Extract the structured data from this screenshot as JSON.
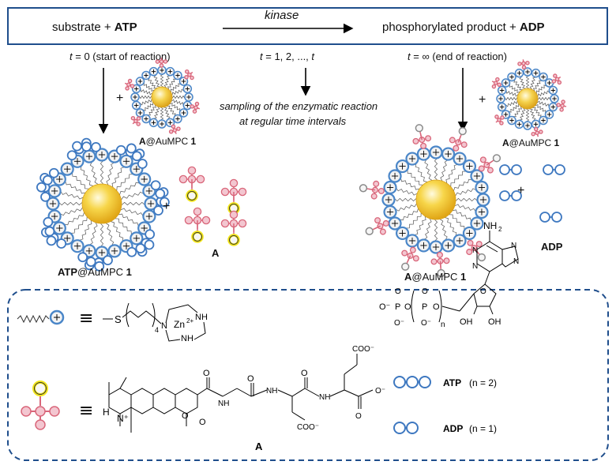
{
  "header": {
    "left_prefix": "substrate + ",
    "left_bold": "ATP",
    "arrow_label": "kinase",
    "right_prefix": "phosphorylated  product + ",
    "right_bold": "ADP"
  },
  "time": {
    "t": "t",
    "start_eq": " = 0 (start of reaction)",
    "mid_eq": " =  1, 2, ..., ",
    "mid_t": "t",
    "end_eq": " = ∞ (end of reaction)"
  },
  "sampling": {
    "line1": "sampling of the enzymatic reaction",
    "line2": "at regular time intervals"
  },
  "labels": {
    "plus": "+",
    "A": "A",
    "at_aumpc": "@AuMPC ",
    "one": "1",
    "ATP": "ATP",
    "ADP": "ADP"
  },
  "legend": {
    "S": "S",
    "four": "4",
    "N": "N",
    "Zn": "Zn",
    "zn_charge": "2+",
    "NH": "NH",
    "NH2": "NH",
    "NH2_sub": "2",
    "O": "O",
    "Ominus": "O⁻",
    "P": "P",
    "OH": "OH",
    "n": "n",
    "coo": "COO⁻",
    "Hplus": "H",
    "Nplus": "N⁺",
    "atp_caption": "(n = 2)",
    "adp_caption": "(n = 1)",
    "A": "A",
    "equiv": "≡"
  },
  "colors": {
    "box_border": "#1f4e8c",
    "ligand_blue": "#4a86c8",
    "atp_blue": "#3e78c0",
    "peptide_red": "#d9667a",
    "peptide_fill": "#f3c6d0",
    "yellow": "#f2e51a",
    "gold": "#f2c21b",
    "grey_head": "#8a8a8a"
  }
}
